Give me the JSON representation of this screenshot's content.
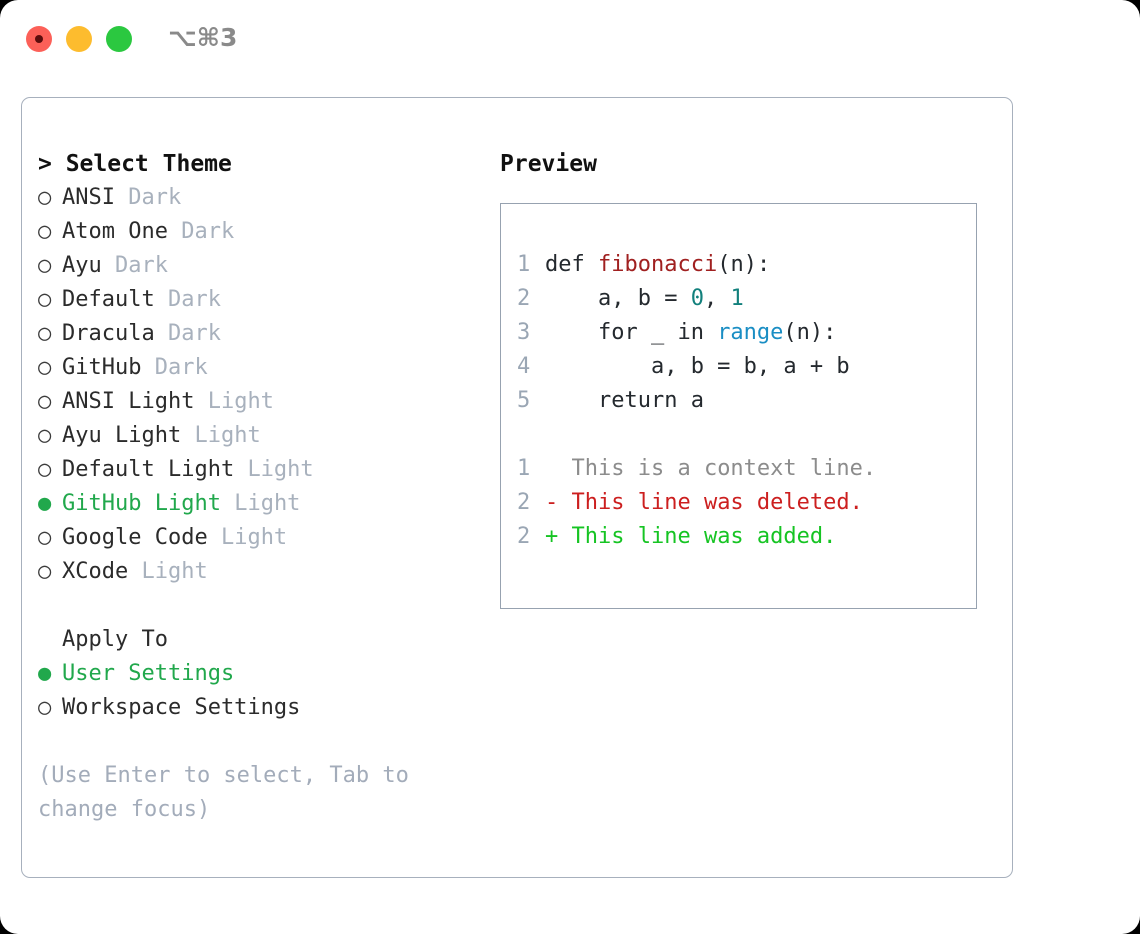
{
  "titlebar": {
    "shortcut": "⌥⌘3",
    "buttons": [
      {
        "name": "close",
        "color": "#fc6058"
      },
      {
        "name": "minimize",
        "color": "#fdbc2e"
      },
      {
        "name": "maximize",
        "color": "#2bc840"
      }
    ]
  },
  "theme_selector": {
    "header": "> Select Theme",
    "bullet_unselected": "○",
    "bullet_selected": "●",
    "items": [
      {
        "bullet": "○",
        "label": "ANSI",
        "tag": "Dark",
        "selected": false
      },
      {
        "bullet": "○",
        "label": "Atom One",
        "tag": "Dark",
        "selected": false
      },
      {
        "bullet": "○",
        "label": "Ayu",
        "tag": "Dark",
        "selected": false
      },
      {
        "bullet": "○",
        "label": "Default",
        "tag": "Dark",
        "selected": false
      },
      {
        "bullet": "○",
        "label": "Dracula",
        "tag": "Dark",
        "selected": false
      },
      {
        "bullet": "○",
        "label": "GitHub",
        "tag": "Dark",
        "selected": false
      },
      {
        "bullet": "○",
        "label": "ANSI Light",
        "tag": "Light",
        "selected": false
      },
      {
        "bullet": "○",
        "label": "Ayu Light",
        "tag": "Light",
        "selected": false
      },
      {
        "bullet": "○",
        "label": "Default Light",
        "tag": "Light",
        "selected": false
      },
      {
        "bullet": "●",
        "label": "GitHub Light",
        "tag": "Light",
        "selected": true
      },
      {
        "bullet": "○",
        "label": "Google Code",
        "tag": "Light",
        "selected": false
      },
      {
        "bullet": "○",
        "label": "XCode",
        "tag": "Light",
        "selected": false
      }
    ]
  },
  "apply_to": {
    "header": "Apply To",
    "items": [
      {
        "bullet": "●",
        "label": "User Settings",
        "selected": true
      },
      {
        "bullet": "○",
        "label": "Workspace Settings",
        "selected": false
      }
    ]
  },
  "hint": "(Use Enter to select, Tab to change focus)",
  "preview": {
    "title": "Preview",
    "code_lines": [
      {
        "num": "1",
        "segments": [
          {
            "t": "def ",
            "c": "plain"
          },
          {
            "t": "fibonacci",
            "c": "fn"
          },
          {
            "t": "(n):",
            "c": "plain"
          }
        ]
      },
      {
        "num": "2",
        "segments": [
          {
            "t": "    a, b = ",
            "c": "plain"
          },
          {
            "t": "0",
            "c": "num"
          },
          {
            "t": ", ",
            "c": "plain"
          },
          {
            "t": "1",
            "c": "num"
          }
        ]
      },
      {
        "num": "3",
        "segments": [
          {
            "t": "    for _ in ",
            "c": "plain"
          },
          {
            "t": "range",
            "c": "kwfn"
          },
          {
            "t": "(n):",
            "c": "plain"
          }
        ]
      },
      {
        "num": "4",
        "segments": [
          {
            "t": "        a, b = b, a + b",
            "c": "plain"
          }
        ]
      },
      {
        "num": "5",
        "segments": [
          {
            "t": "    return a",
            "c": "plain"
          }
        ]
      }
    ],
    "diff_lines": [
      {
        "num": "1",
        "marker": " ",
        "text": " This is a context line.",
        "kind": "ctx"
      },
      {
        "num": "2",
        "marker": "-",
        "text": " This line was deleted.",
        "kind": "del"
      },
      {
        "num": "2",
        "marker": "+",
        "text": " This line was added.",
        "kind": "add"
      }
    ]
  },
  "colors": {
    "accent_green": "#21a84c",
    "diff_add": "#16c423",
    "diff_delete": "#cc1f1f",
    "muted": "#a8b1bd",
    "token_function": "#a02020",
    "token_number": "#12807c",
    "token_builtin": "#1a8ec4",
    "border": "#a7b0bd"
  }
}
